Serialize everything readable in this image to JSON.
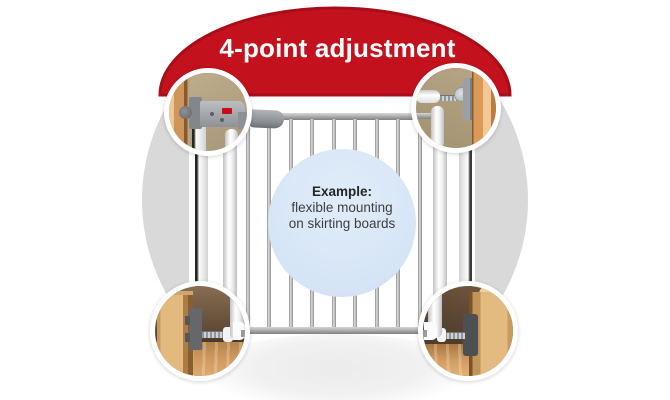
{
  "banner": {
    "title": "4-point adjustment",
    "bg_color": "#c3121e",
    "text_color": "#ffffff"
  },
  "bubble": {
    "heading": "Example:",
    "line1": "flexible mounting",
    "line2": "on skirting boards",
    "bg_color": "#d7e6f7"
  },
  "callouts": [
    {
      "position": "top-left",
      "name": "wall-clamp-mount-photo"
    },
    {
      "position": "top-right",
      "name": "door-frame-spindle-mount-photo"
    },
    {
      "position": "bottom-left",
      "name": "skirting-board-mount-photo"
    },
    {
      "position": "bottom-right",
      "name": "skirting-board-mount-photo"
    }
  ],
  "colors": {
    "banner_red": "#c3121e",
    "background_circle_gray": "#d9d9d9",
    "bubble_blue": "#d7e6f7",
    "ring_white": "#ffffff",
    "gate_metal_gray": "#9a9a9a",
    "gate_tube_white": "#f4f4f4",
    "wood_beech": "#e2ba80",
    "wood_door_frame": "#cf9659"
  }
}
